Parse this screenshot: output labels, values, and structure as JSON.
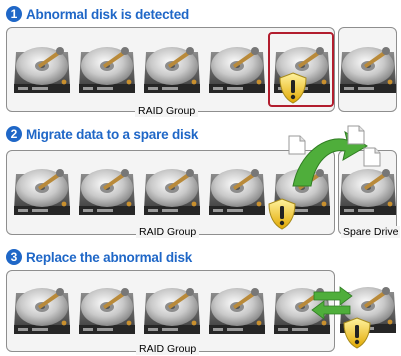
{
  "steps": [
    {
      "number": "1",
      "title": "Abnormal disk is detected",
      "group_label": "RAID Group"
    },
    {
      "number": "2",
      "title": "Migrate data to a spare disk",
      "group_label": "RAID Group",
      "spare_label": "Spare Drive"
    },
    {
      "number": "3",
      "title": "Replace the abnormal disk",
      "group_label": "RAID Group"
    }
  ],
  "icons": {
    "drive": "hard-drive-icon",
    "warning": "warning-shield-icon",
    "migrate_arrow": "migrate-arrow-icon",
    "swap_arrows": "swap-arrows-icon",
    "document": "document-icon"
  },
  "colors": {
    "accent": "#1f67c7",
    "highlight": "#b21d2e",
    "warning": "#f2c200",
    "arrow": "#4fae3b"
  }
}
